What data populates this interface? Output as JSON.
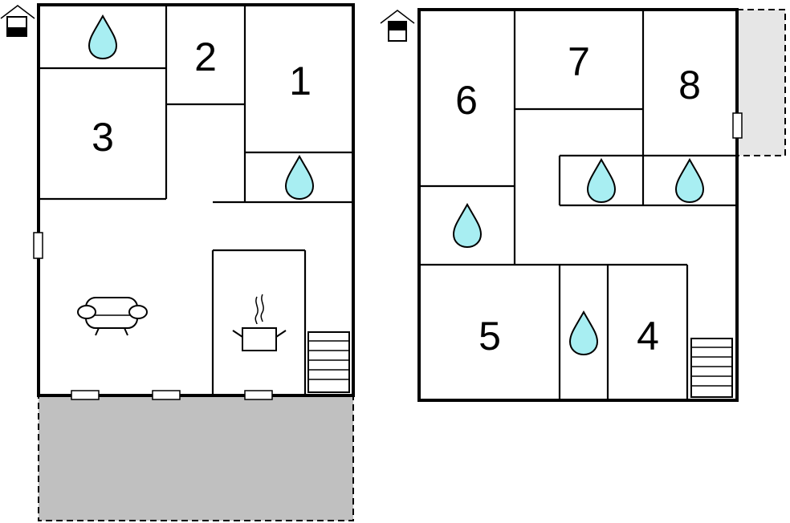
{
  "room_numbers": {
    "r1": "1",
    "r2": "2",
    "r3": "3",
    "r4": "4",
    "r5": "5",
    "r6": "6",
    "r7": "7",
    "r8": "8"
  },
  "icons": {
    "floor_marker": "house-floor-icon",
    "bathroom": "water-drop-icon",
    "living": "sofa-icon",
    "kitchen": "cooking-pot-icon",
    "stairs": "stairs-icon"
  },
  "colors": {
    "terrace": "#c0c0c0",
    "balcony": "#e6e6e6",
    "bathroom_drop": "#a8eef2",
    "walls": "#000000"
  }
}
